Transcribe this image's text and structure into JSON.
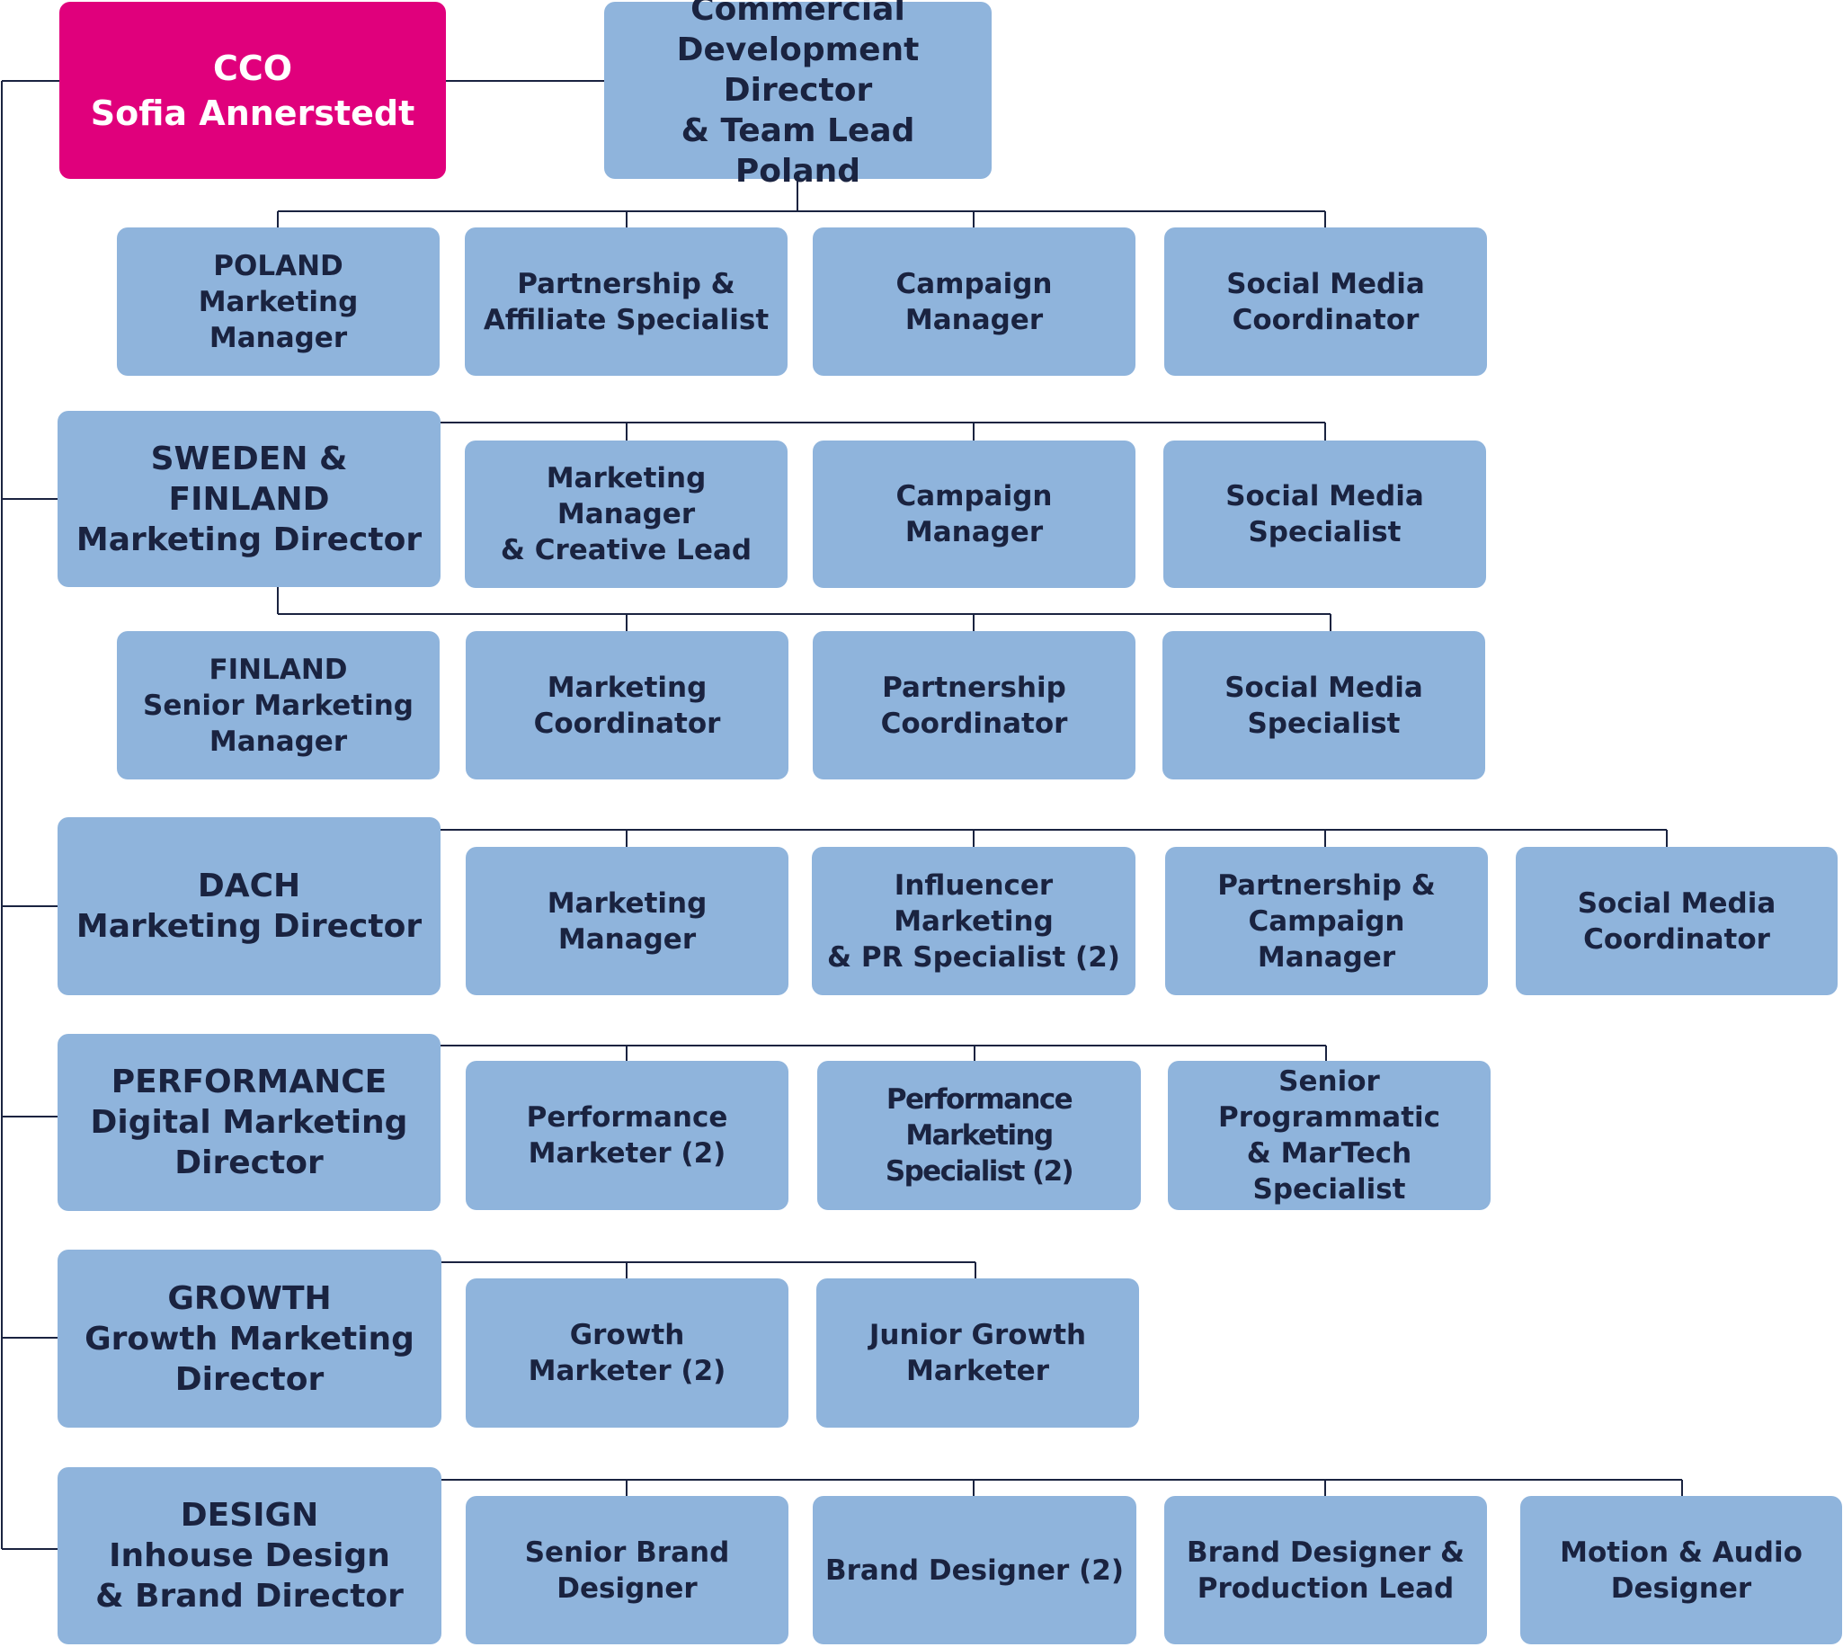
{
  "colors": {
    "box_fill": "#8fb4dc",
    "cco_fill": "#e0007c",
    "text": "#1a2340",
    "cco_text": "#ffffff",
    "connector": "#1a2340"
  },
  "cco": {
    "title": "CCO",
    "name": "Sofia Annerstedt"
  },
  "commercial_director": {
    "lines": [
      "Commercial",
      "Development Director",
      "& Team Lead Poland"
    ]
  },
  "poland_team": [
    {
      "lines": [
        "POLAND",
        "Marketing Manager"
      ]
    },
    {
      "lines": [
        "Partnership &",
        "Affiliate Specialist"
      ]
    },
    {
      "lines": [
        "Campaign Manager"
      ]
    },
    {
      "lines": [
        "Social Media",
        "Coordinator"
      ]
    }
  ],
  "sweden_finland": {
    "head": {
      "lines": [
        "SWEDEN & FINLAND",
        "Marketing Director"
      ]
    },
    "team": [
      {
        "lines": [
          "Marketing Manager",
          "& Creative Lead"
        ]
      },
      {
        "lines": [
          "Campaign Manager"
        ]
      },
      {
        "lines": [
          "Social Media",
          "Specialist"
        ]
      }
    ]
  },
  "finland_team": [
    {
      "lines": [
        "FINLAND",
        "Senior Marketing",
        "Manager"
      ]
    },
    {
      "lines": [
        "Marketing",
        "Coordinator"
      ]
    },
    {
      "lines": [
        "Partnership",
        "Coordinator"
      ]
    },
    {
      "lines": [
        "Social Media",
        "Specialist"
      ]
    }
  ],
  "dach": {
    "head": {
      "lines": [
        "DACH",
        "Marketing Director"
      ]
    },
    "team": [
      {
        "lines": [
          "Marketing Manager"
        ]
      },
      {
        "lines": [
          "Influencer Marketing",
          "& PR Specialist (2)"
        ]
      },
      {
        "lines": [
          "Partnership &",
          "Campaign Manager"
        ]
      },
      {
        "lines": [
          "Social Media",
          "Coordinator"
        ]
      }
    ]
  },
  "performance": {
    "head": {
      "lines": [
        "PERFORMANCE",
        "Digital Marketing",
        "Director"
      ]
    },
    "team": [
      {
        "lines": [
          "Performance",
          "Marketer (2)"
        ]
      },
      {
        "lines": [
          "Performance Marketing",
          "Specialist (2)"
        ]
      },
      {
        "lines": [
          "Senior Programmatic",
          "& MarTech Specialist"
        ]
      }
    ]
  },
  "growth": {
    "head": {
      "lines": [
        "GROWTH",
        "Growth Marketing",
        "Director"
      ]
    },
    "team": [
      {
        "lines": [
          "Growth",
          "Marketer (2)"
        ]
      },
      {
        "lines": [
          "Junior Growth",
          "Marketer"
        ]
      }
    ]
  },
  "design": {
    "head": {
      "lines": [
        "DESIGN",
        "Inhouse Design",
        "& Brand Director"
      ]
    },
    "team": [
      {
        "lines": [
          "Senior Brand",
          "Designer"
        ]
      },
      {
        "lines": [
          "Brand Designer (2)"
        ]
      },
      {
        "lines": [
          "Brand Designer &",
          "Production Lead"
        ]
      },
      {
        "lines": [
          "Motion & Audio",
          "Designer"
        ]
      }
    ]
  }
}
